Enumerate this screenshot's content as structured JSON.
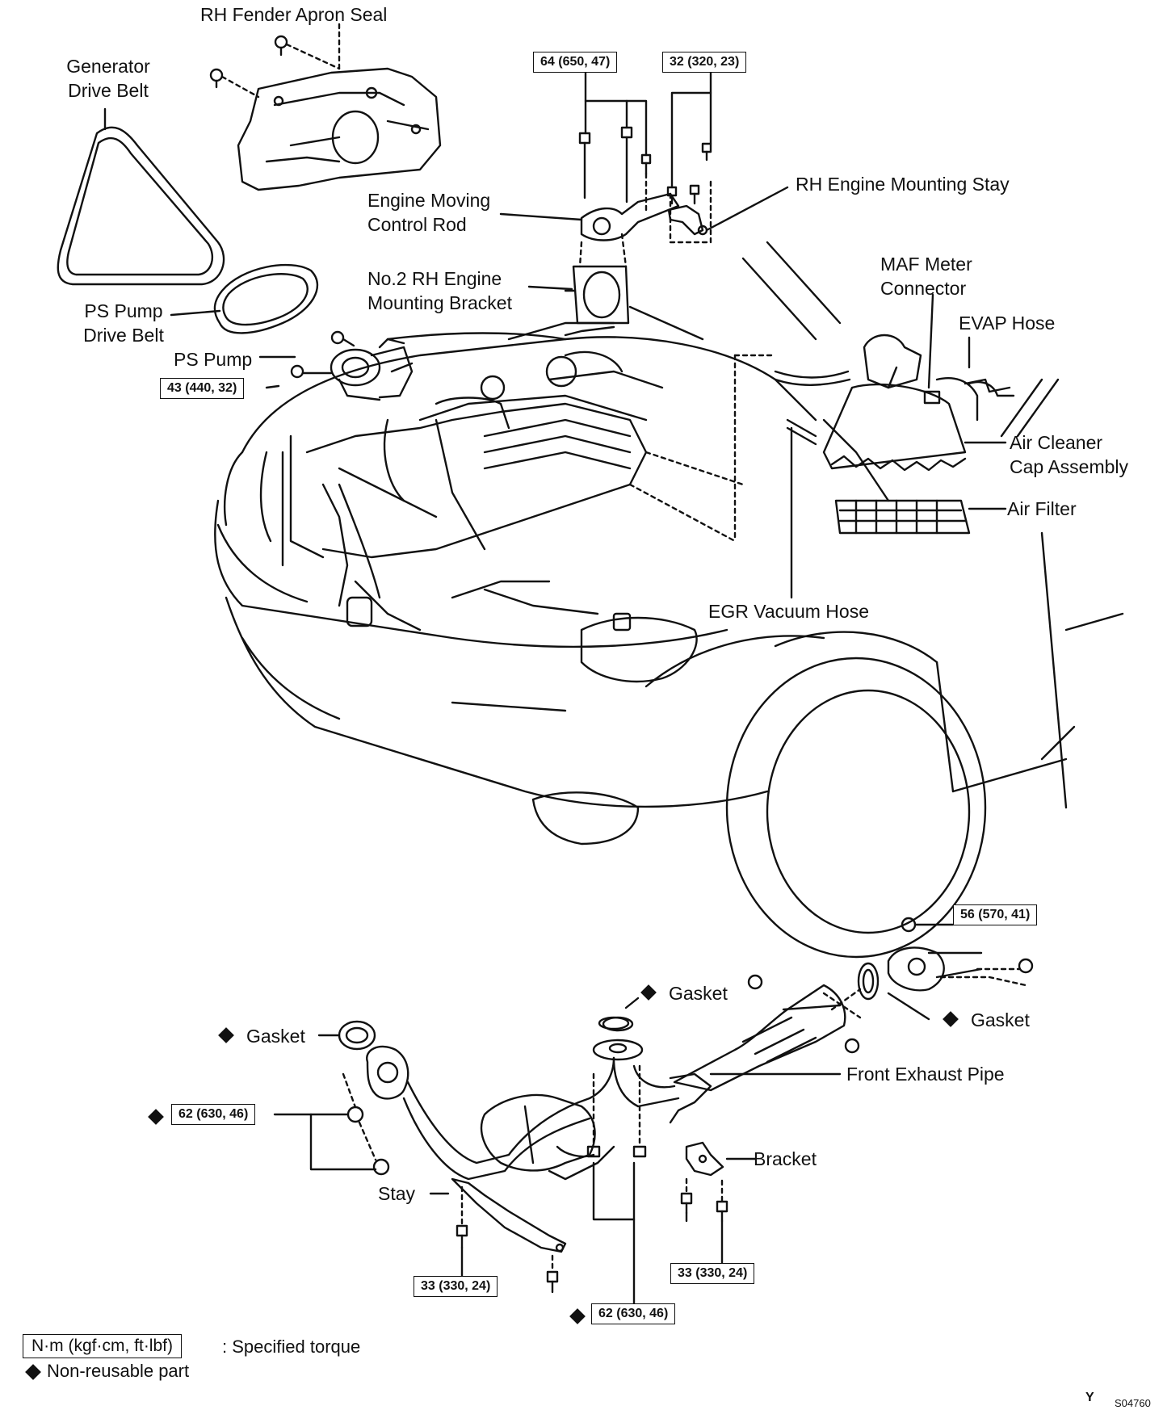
{
  "labels": {
    "fender_apron_seal": "RH Fender Apron Seal",
    "generator_drive_belt": "Generator\nDrive Belt",
    "ps_pump_drive_belt": "PS Pump\nDrive Belt",
    "ps_pump": "PS Pump",
    "engine_moving_control_rod": "Engine Moving\nControl Rod",
    "no2_rh_engine_mounting_bracket": "No.2 RH Engine\nMounting Bracket",
    "rh_engine_mounting_stay": "RH Engine Mounting Stay",
    "maf_meter_connector": "MAF Meter\nConnector",
    "evap_hose": "EVAP Hose",
    "air_cleaner_cap_assembly": "Air Cleaner\nCap Assembly",
    "air_filter": "Air Filter",
    "egr_vacuum_hose": "EGR Vacuum Hose",
    "gasket_top": "Gasket",
    "gasket_left": "Gasket",
    "gasket_right": "Gasket",
    "front_exhaust_pipe": "Front Exhaust Pipe",
    "bracket": "Bracket",
    "stay": "Stay"
  },
  "torque_specs": {
    "mount_bolts": "64 (650, 47)",
    "stay_bolts": "32 (320, 23)",
    "ps_pump_bolt": "43 (440, 32)",
    "flange_right": "56 (570, 41)",
    "flange_left": "62 (630, 46)",
    "stay_bottom": "33 (330, 24)",
    "center_bottom": "62 (630, 46)",
    "bracket_bottom": "33 (330, 24)"
  },
  "legend": {
    "torque_unit": "N·m (kgf·cm, ft·lbf)",
    "torque_desc": ": Specified torque",
    "nonreusable": "Non-reusable part"
  },
  "figure_code": {
    "letter": "Y",
    "code": "S04760"
  }
}
